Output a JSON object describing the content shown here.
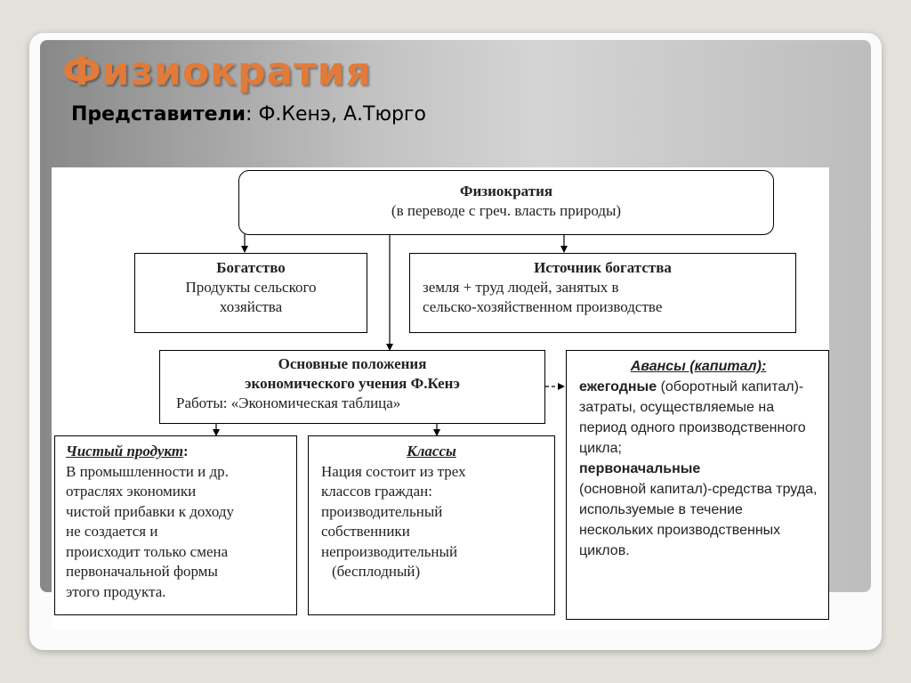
{
  "slide": {
    "title": "Физиократия",
    "subtitle_label": "Представители",
    "subtitle_sep": ": ",
    "subtitle_names": "Ф.Кенэ, А.Тюрго"
  },
  "diagram": {
    "top": {
      "title": "Физиократия",
      "text": "(в переводе с греч. власть природы)"
    },
    "wealth": {
      "title": "Богатство",
      "lines": [
        "Продукты сельского",
        "хозяйства"
      ]
    },
    "source": {
      "title": "Источник богатства",
      "lines": [
        "земля + труд людей, занятых в",
        "сельско-хозяйственном производстве"
      ]
    },
    "main": {
      "lines": [
        "Основные положения",
        "экономического учения Ф.Кенэ"
      ],
      "works": "Работы: «Экономическая таблица»"
    },
    "advances": {
      "title": "Авансы (капитал):",
      "annual_label": "ежегодные",
      "annual_text": " (оборотный капитал)-затраты, осуществляемые на период одного производственного цикла;",
      "initial_label": "первоначальные",
      "initial_text": "(основной капитал)-средства труда, используемые в течение нескольких производственных циклов."
    },
    "net_product": {
      "title": "Чистый продукт",
      "title_suffix": ":",
      "lines": [
        "В промышленности и др.",
        "отраслях экономики",
        "чистой прибавки к доходу",
        "не создается и",
        "происходит только смена",
        "первоначальной формы",
        "этого продукта."
      ]
    },
    "classes": {
      "title": "Классы",
      "lines": [
        "Нация состоит из трех",
        "классов граждан:",
        "производительный",
        "собственники",
        "непроизводительный",
        "(бесплодный)"
      ]
    }
  }
}
